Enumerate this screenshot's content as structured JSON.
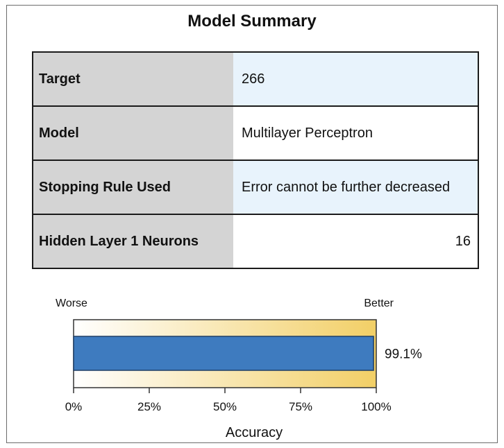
{
  "title": "Model Summary",
  "summary_rows": [
    {
      "label": "Target",
      "value": "266"
    },
    {
      "label": "Model",
      "value": "Multilayer Perceptron"
    },
    {
      "label": "Stopping Rule Used",
      "value": "Error cannot be further decreased"
    },
    {
      "label": "Hidden Layer 1 Neurons",
      "value": "16"
    }
  ],
  "chart_data": {
    "type": "bar",
    "orientation": "horizontal",
    "xlabel": "Accuracy",
    "scale_left_label": "Worse",
    "scale_right_label": "Better",
    "xlim": [
      0,
      100
    ],
    "ticks": [
      0,
      25,
      50,
      75,
      100
    ],
    "tick_labels": [
      "0%",
      "25%",
      "50%",
      "75%",
      "100%"
    ],
    "values": [
      99.1
    ],
    "value_labels": [
      "99.1%"
    ],
    "colors": {
      "bar": "#3e7bbf",
      "bar_border": "#1e3e66",
      "gradient_start": "#ffffff",
      "gradient_end": "#f2cf66"
    }
  }
}
